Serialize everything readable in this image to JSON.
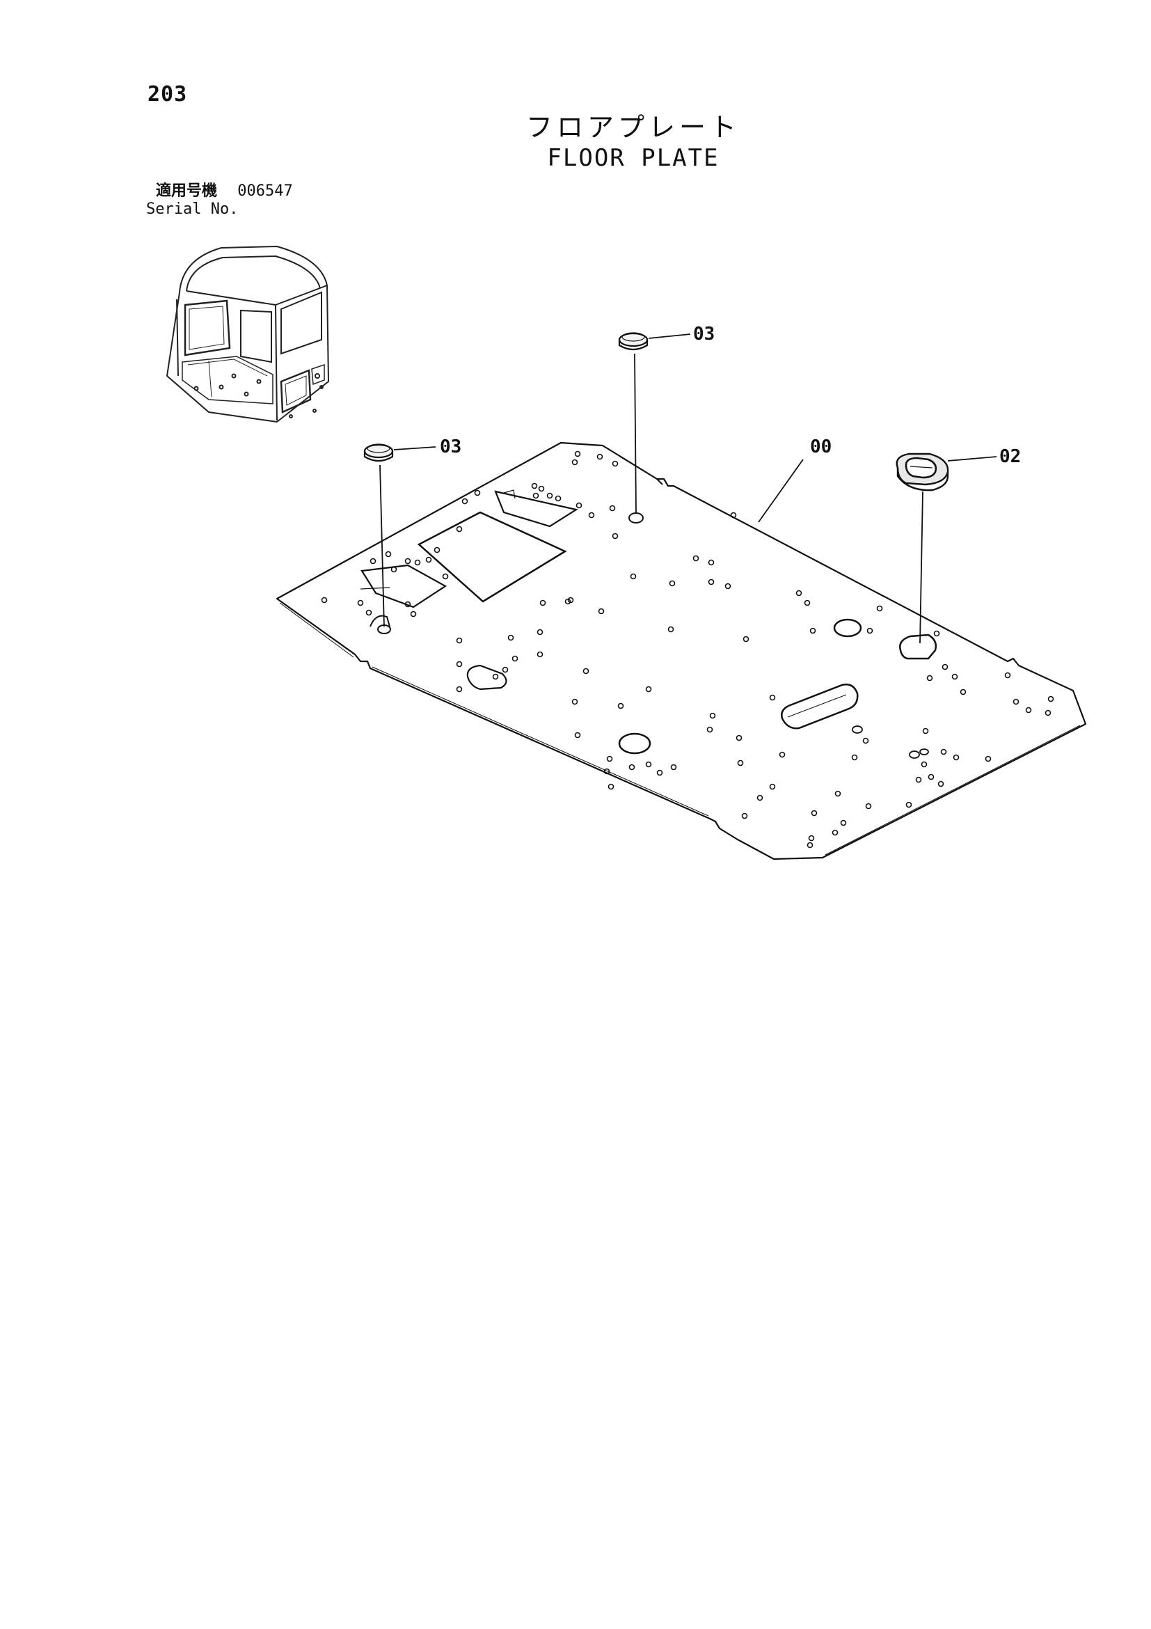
{
  "page": {
    "number": "203",
    "title_jp": "フロアプレート",
    "title_en": "FLOOR PLATE"
  },
  "serial": {
    "label_jp": "適用号機",
    "label_en": "Serial No.",
    "value": "006547"
  },
  "callouts": {
    "plate": "00",
    "grommet": "02",
    "plug_left": "03",
    "plug_top": "03"
  }
}
